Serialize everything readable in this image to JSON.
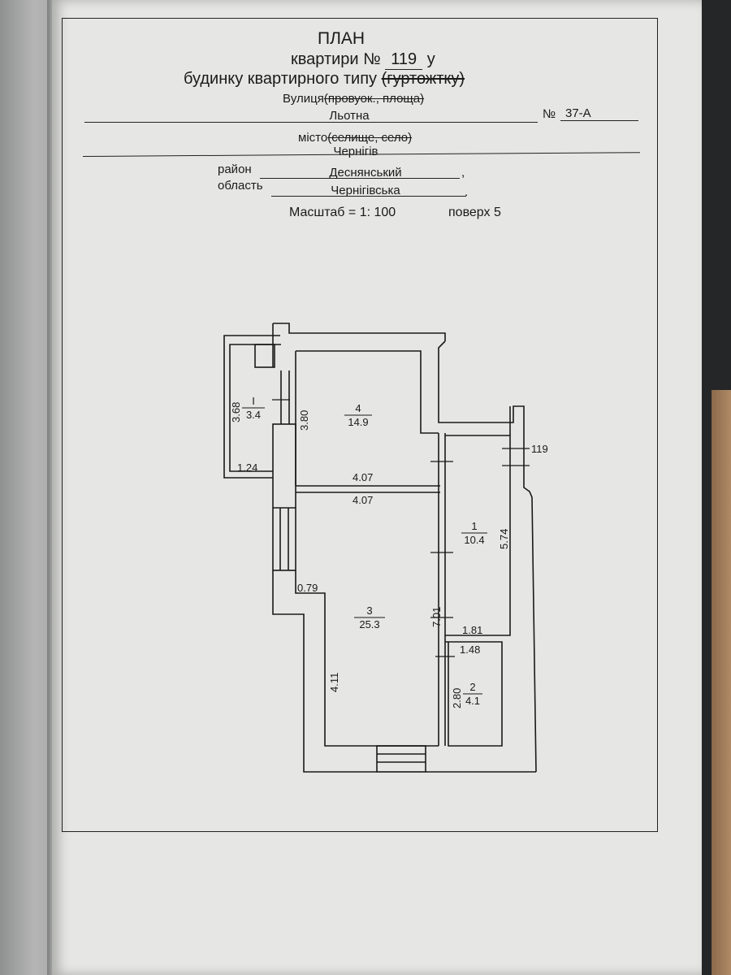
{
  "header": {
    "title": "ПЛАН",
    "line2_prefix": "квартири №",
    "apartment_number": "119",
    "line2_suffix": "у",
    "line3_main": "будинку квартирного типу",
    "line3_struck": "(гуртожтку)"
  },
  "address": {
    "street_label": "Вулиця",
    "street_label_struck": "(провуок., площа)",
    "street_value": "Льотна",
    "number_label": "№",
    "number_value": "37-А",
    "city_label": "місто",
    "city_label_struck": "(селище, село)",
    "city_value": "Чернігів",
    "district_label": "район",
    "district_value": "Деснянський",
    "district_comma": ",",
    "region_label": "область",
    "region_value": "Чернігівська",
    "region_dot": "."
  },
  "scale": {
    "scale_text": "Масштаб = 1: 100",
    "floor_text": "поверх 5"
  },
  "plan": {
    "apartment_tag": "119",
    "rooms": [
      {
        "number": "I",
        "area": "3.4"
      },
      {
        "number": "4",
        "area": "14.9"
      },
      {
        "number": "1",
        "area": "10.4"
      },
      {
        "number": "3",
        "area": "25.3"
      },
      {
        "number": "2",
        "area": "4.1"
      }
    ],
    "dimensions": {
      "balcony_length": "3.68",
      "balcony_width": "1.24",
      "room4_length": "3.80",
      "room4_width_top": "4.07",
      "room3_width_top": "4.07",
      "room1_length": "5.74",
      "room3_length_right": "7.01",
      "room3_step": "0.79",
      "room3_length_left": "4.11",
      "room2_width_top": "1.81",
      "room2_width_inner": "1.48",
      "room2_length": "2.80"
    }
  }
}
